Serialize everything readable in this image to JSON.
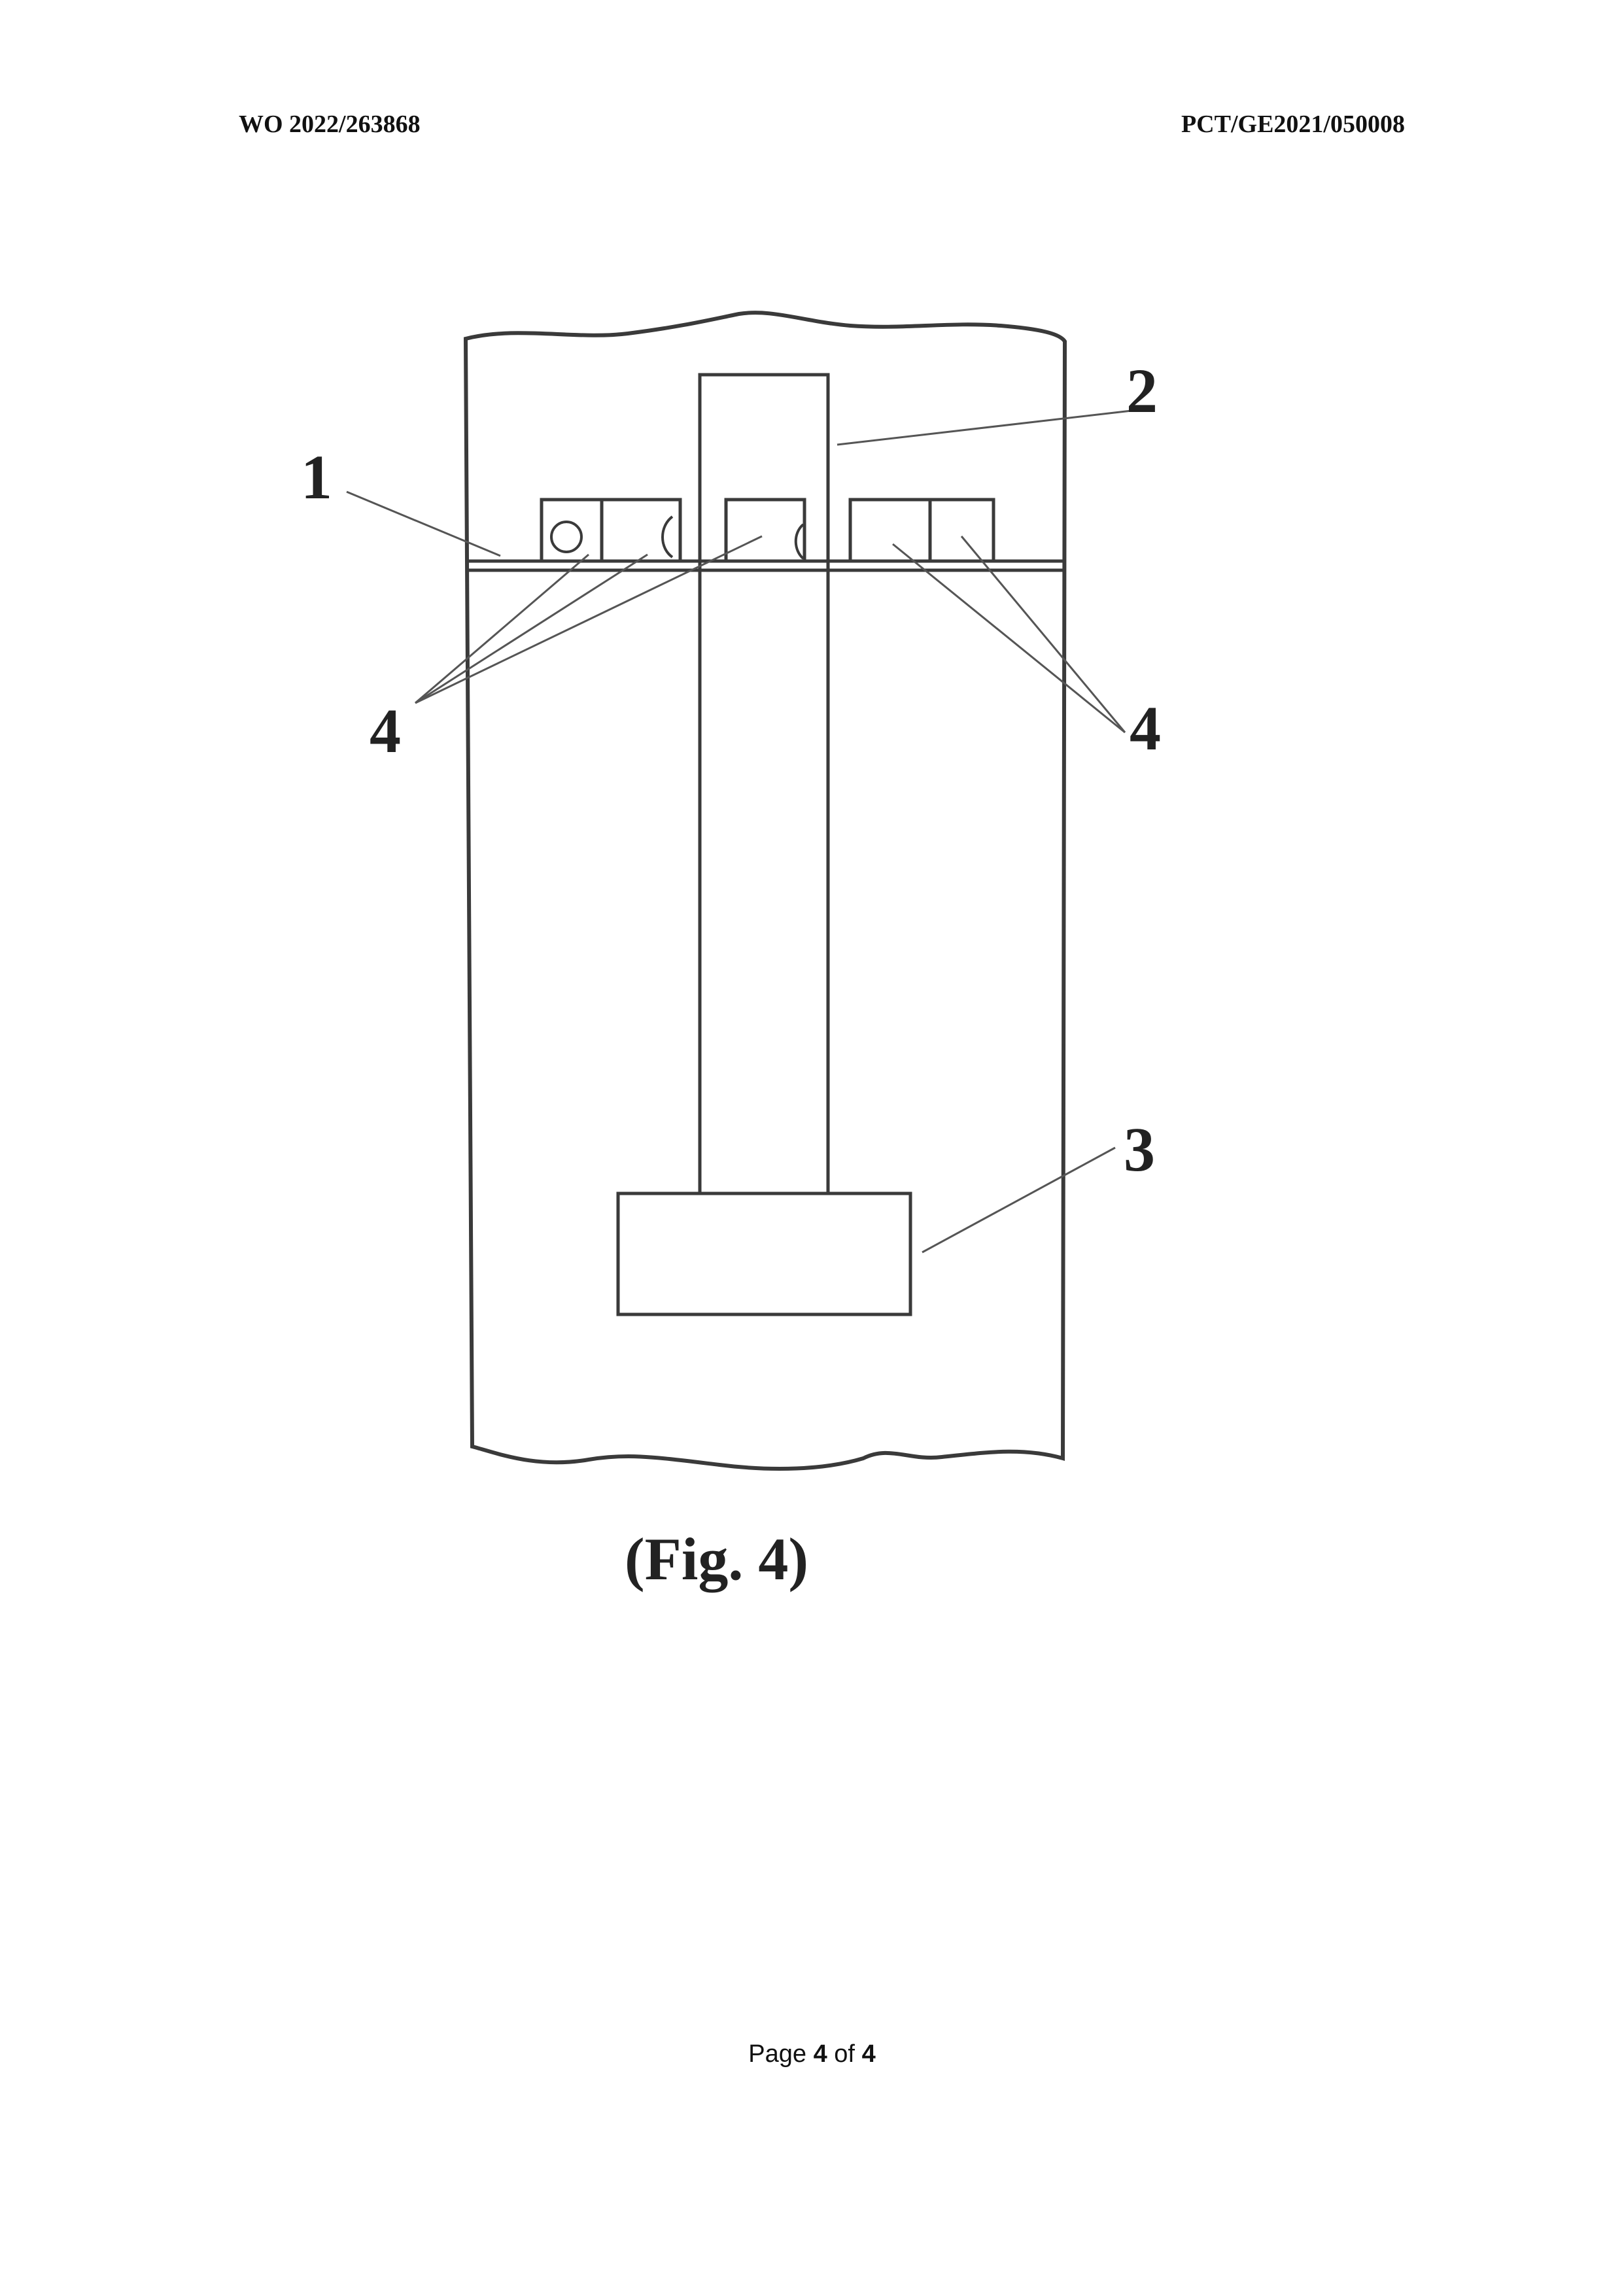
{
  "header": {
    "publication_number": "WO 2022/263868",
    "application_number": "PCT/GE2021/050008"
  },
  "figure": {
    "labels": {
      "part_1": "1",
      "part_2": "2",
      "part_3": "3",
      "part_4_left": "4",
      "part_4_right": "4"
    },
    "caption": "(Fig. 4)"
  },
  "footer": {
    "page_word": "Page",
    "current_page": "4",
    "of_word": "of",
    "total_pages": "4"
  }
}
